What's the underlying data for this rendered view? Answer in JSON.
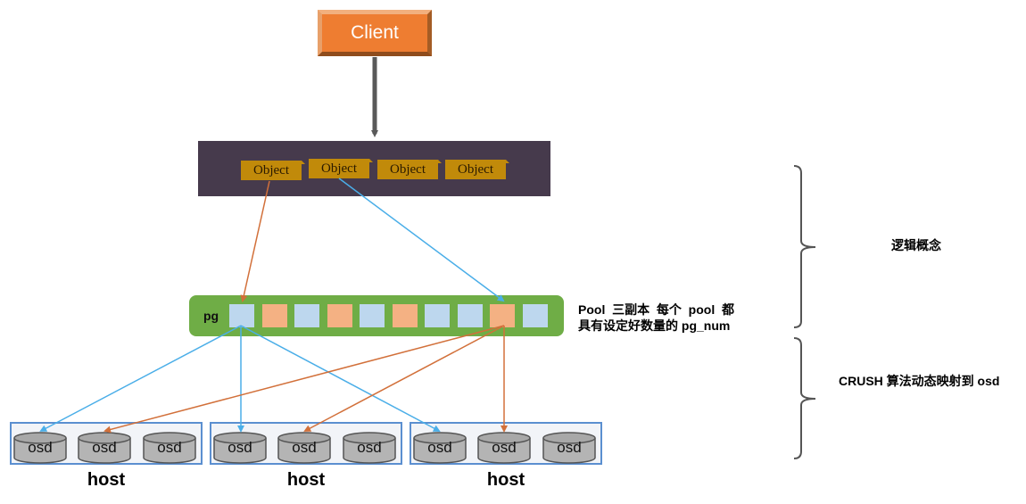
{
  "client": {
    "label": "Client"
  },
  "objects": [
    "Object",
    "Object",
    "Object",
    "Object"
  ],
  "pool": {
    "pg_label": "pg",
    "cells": [
      "blue",
      "orange",
      "blue",
      "orange",
      "blue",
      "orange",
      "blue",
      "blue",
      "orange",
      "blue"
    ],
    "description_line1": "Pool  三副本  每个  pool  都",
    "description_line2": "具有设定好数量的 pg_num"
  },
  "hosts": [
    {
      "label": "host",
      "osds": [
        "osd",
        "osd",
        "osd"
      ]
    },
    {
      "label": "host",
      "osds": [
        "osd",
        "osd",
        "osd"
      ]
    },
    {
      "label": "host",
      "osds": [
        "osd",
        "osd",
        "osd"
      ]
    }
  ],
  "brackets": {
    "logical": "逻辑概念",
    "crush": "CRUSH 算法动态映射到 osd"
  },
  "colors": {
    "client": "#ee7d31",
    "object_panel": "#463a4c",
    "object_chip": "#c18a0a",
    "pool_bar": "#6fad46",
    "pg_blue": "#bdd7ee",
    "pg_orange": "#f4b183",
    "arrow_blue": "#4aaee8",
    "arrow_orange": "#d2703a",
    "host_border": "#5b8fd0"
  }
}
